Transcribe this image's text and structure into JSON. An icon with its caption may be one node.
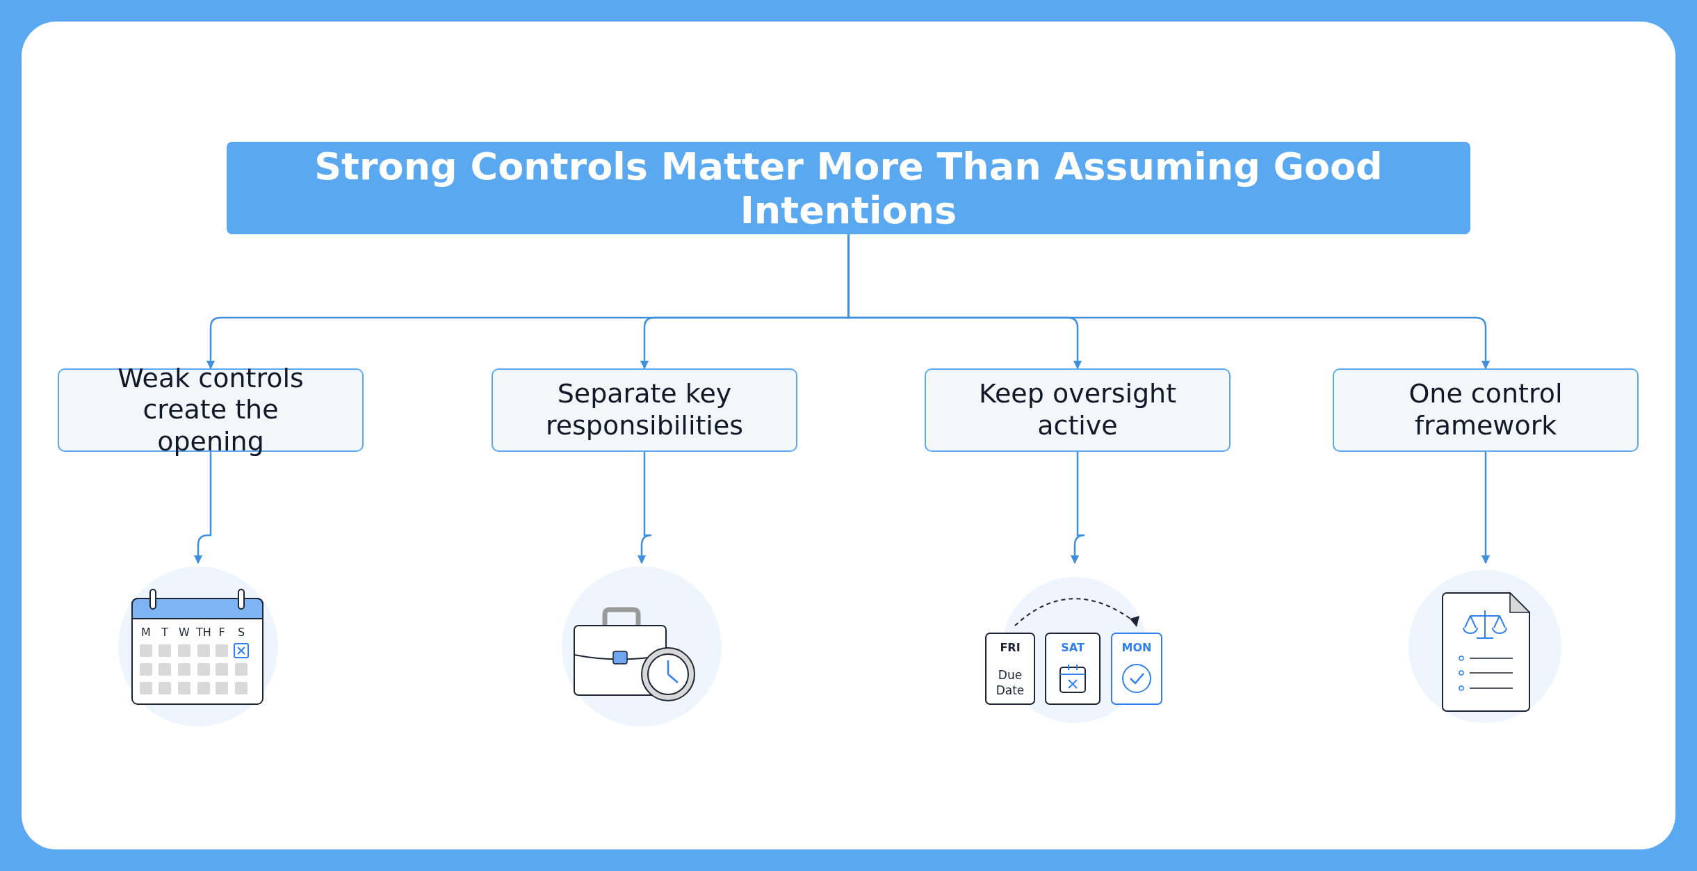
{
  "diagram": {
    "nodes": [
      {
        "text": [
          "Strong Controls Matter More Than Assuming Good Intentions"
        ]
      },
      {
        "text": [
          "Weak controls create the opening"
        ]
      },
      {
        "text": [
          "Separate key responsibilities"
        ]
      },
      {
        "text": [
          "Keep oversight active"
        ]
      },
      {
        "text": [
          "One control framework"
        ]
      },
      {
        "text": [],
        "shape": "picture"
      },
      {
        "text": [],
        "shape": "picture"
      },
      {
        "text": [],
        "shape": "picture"
      },
      {
        "text": [],
        "shape": "picture"
      }
    ],
    "edges": [
      {
        "from": 0,
        "to": 1,
        "arrow": "to"
      },
      {
        "from": 0,
        "to": 2,
        "arrow": "to"
      },
      {
        "from": 0,
        "to": 3,
        "arrow": "to"
      },
      {
        "from": 0,
        "to": 4,
        "arrow": "to"
      },
      {
        "from": 1,
        "to": 5,
        "arrow": "to"
      },
      {
        "from": 2,
        "to": 6,
        "arrow": "to"
      },
      {
        "from": 3,
        "to": 7,
        "arrow": "to"
      },
      {
        "from": 4,
        "to": 8,
        "arrow": "to"
      }
    ],
    "labels": [
      "M",
      "T",
      "W",
      "TH",
      "F",
      "S",
      "FRI",
      "Due Date",
      "SAT",
      "MON"
    ]
  }
}
